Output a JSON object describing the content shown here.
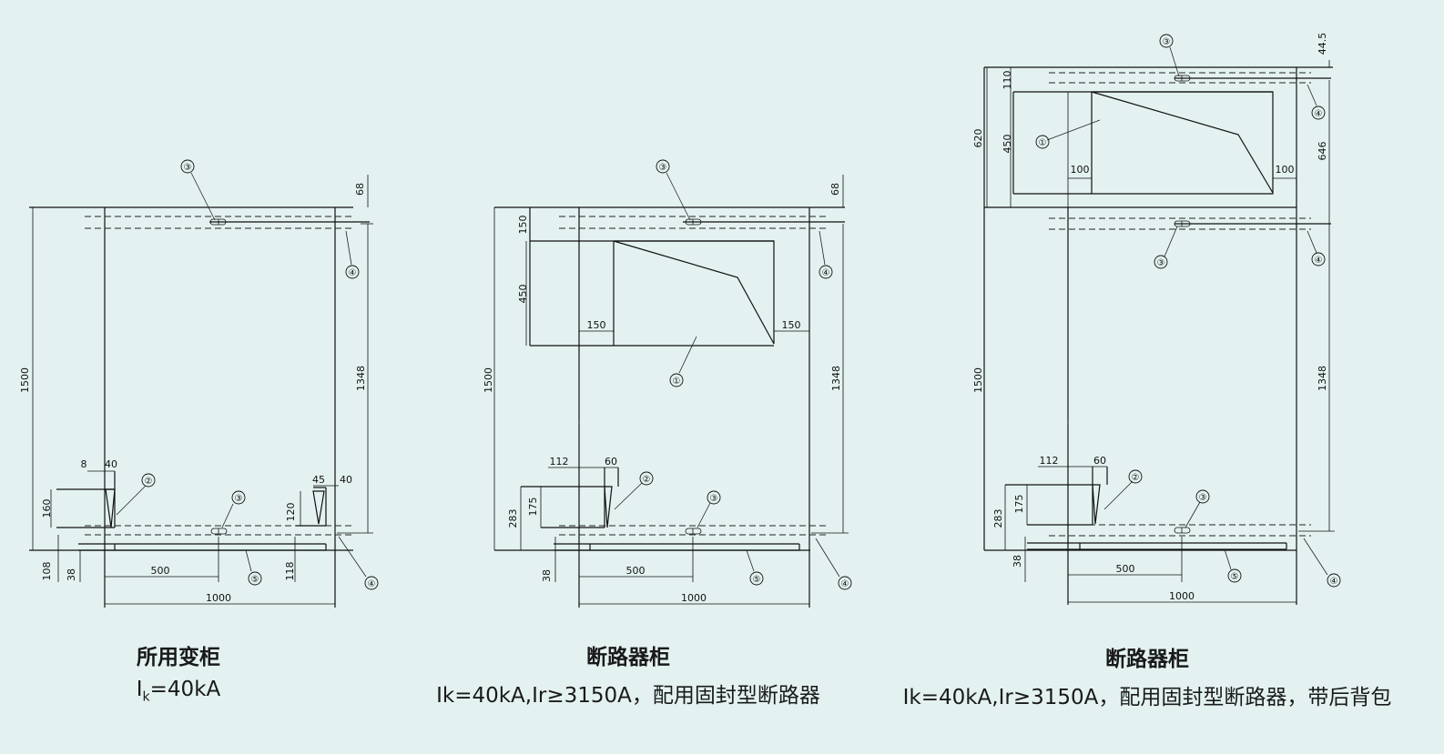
{
  "diagrams": [
    {
      "title": "所用变柜",
      "subtitle_main": "I",
      "subtitle_sub": "k",
      "subtitle_rest": "=40kA",
      "dims": {
        "height_total": "1500",
        "top_gap": "68",
        "right_h": "1348",
        "width": "1000",
        "offset_500": "500",
        "d8": "8",
        "d40a": "40",
        "d160": "160",
        "d45": "45",
        "d40b": "40",
        "d120": "120",
        "d108": "108",
        "d38": "38",
        "d118": "118"
      },
      "callouts": [
        "③",
        "④",
        "②",
        "③",
        "⑤",
        "④"
      ]
    },
    {
      "title": "断路器柜",
      "subtitle": "Ik=40kA,Ir≥3150A，配用固封型断路器",
      "dims": {
        "height_total": "1500",
        "top_gap": "68",
        "right_h": "1348",
        "width": "1000",
        "offset_500": "500",
        "d150a": "150",
        "d450": "450",
        "d150b": "150",
        "d150c": "150",
        "d112": "112",
        "d60": "60",
        "d175": "175",
        "d283": "283",
        "d38": "38"
      },
      "callouts": [
        "③",
        "④",
        "①",
        "②",
        "③",
        "⑤",
        "④"
      ]
    },
    {
      "title": "断路器柜",
      "subtitle": "Ik=40kA,Ir≥3150A，配用固封型断路器，带后背包",
      "dims": {
        "d44": "44.5",
        "d110": "110",
        "d620": "620",
        "d450": "450",
        "d646": "646",
        "d100a": "100",
        "d100b": "100",
        "height_total": "1500",
        "right_h": "1348",
        "d112": "112",
        "d60": "60",
        "d175": "175",
        "d283": "283",
        "d38": "38",
        "offset_500": "500",
        "width": "1000"
      },
      "callouts": [
        "③",
        "④",
        "①",
        "③",
        "④",
        "②",
        "③",
        "⑤",
        "④"
      ]
    }
  ]
}
